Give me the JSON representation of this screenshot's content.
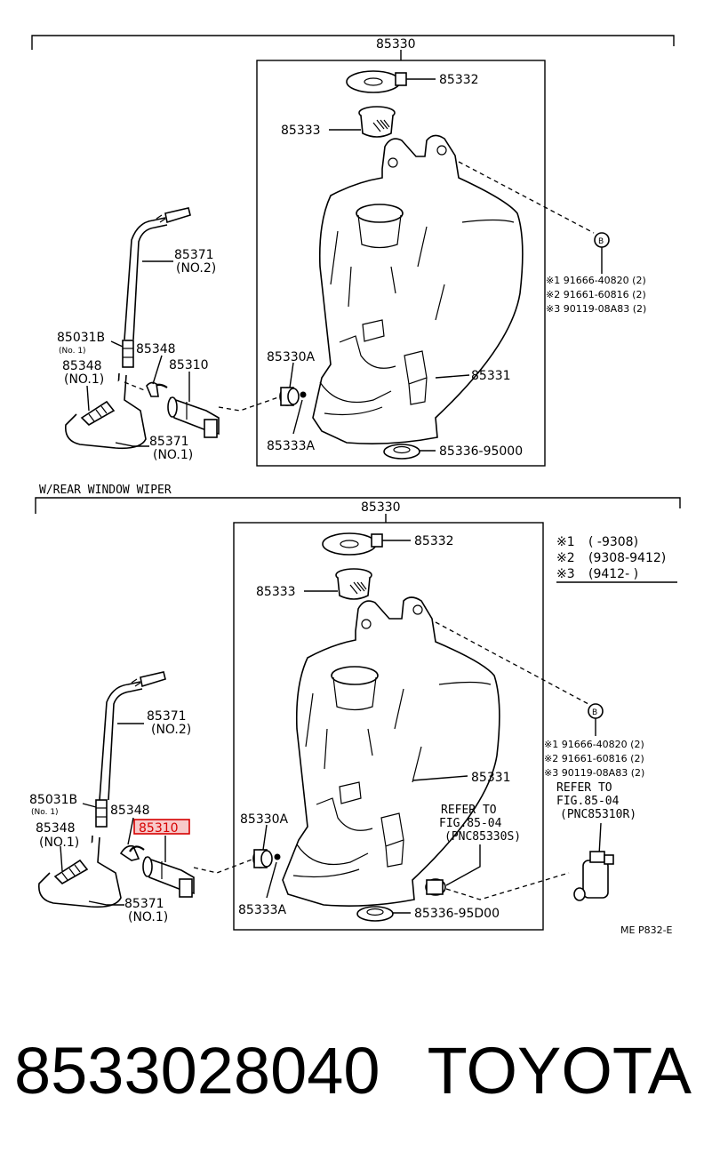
{
  "section_top": {
    "assembly": "85330",
    "parts": {
      "cap": "85332",
      "strainer": "85333",
      "jar": "85331",
      "grommet": "85330A",
      "oring": "85333A",
      "bushing": "85336-95000",
      "pump": "85310",
      "hose_upper": "85371",
      "hose_upper_no": "(NO.2)",
      "hose_lower": "85371",
      "hose_lower_no": "(NO.1)",
      "joint_a": "85031B",
      "joint_a_no": "(No. 1)",
      "valve": "85348",
      "valve_no": "(NO.1)",
      "elbow": "85348"
    },
    "marker": "B",
    "bolts": [
      "※1 91666-40820 (2)",
      "※2 91661-60816 (2)",
      "※3 90119-08A83 (2)"
    ]
  },
  "section_bottom": {
    "heading": "W/REAR WINDOW WIPER",
    "assembly": "85330",
    "parts": {
      "cap": "85332",
      "strainer": "85333",
      "jar": "85331",
      "grommet": "85330A",
      "oring": "85333A",
      "bushing": "85336-95D00",
      "pump": "85310",
      "hose_upper": "85371",
      "hose_upper_no": "(NO.2)",
      "hose_lower": "85371",
      "hose_lower_no": "(NO.1)",
      "joint_a": "85031B",
      "joint_a_no": "(No. 1)",
      "valve": "85348",
      "valve_no": "(NO.1)",
      "elbow": "85348"
    },
    "marker": "B",
    "bolts": [
      "※1 91666-40820 (2)",
      "※2 91661-60816 (2)",
      "※3 90119-08A83 (2)"
    ],
    "refer_left": [
      "REFER TO",
      "FIG.85-04",
      "(PNC85330S)"
    ],
    "refer_right": [
      "REFER TO",
      "FIG.85-04",
      "(PNC85310R)"
    ],
    "legend": [
      {
        "mark": "※1",
        "range": "(        -9308)"
      },
      {
        "mark": "※2",
        "range": "(9308-9412)"
      },
      {
        "mark": "※3",
        "range": "(9412-        )"
      }
    ],
    "fig_code": "ME P832-E"
  },
  "footer": {
    "part_number": "8533028040",
    "brand": "TOYOTA"
  },
  "highlight_color": "#d60000"
}
